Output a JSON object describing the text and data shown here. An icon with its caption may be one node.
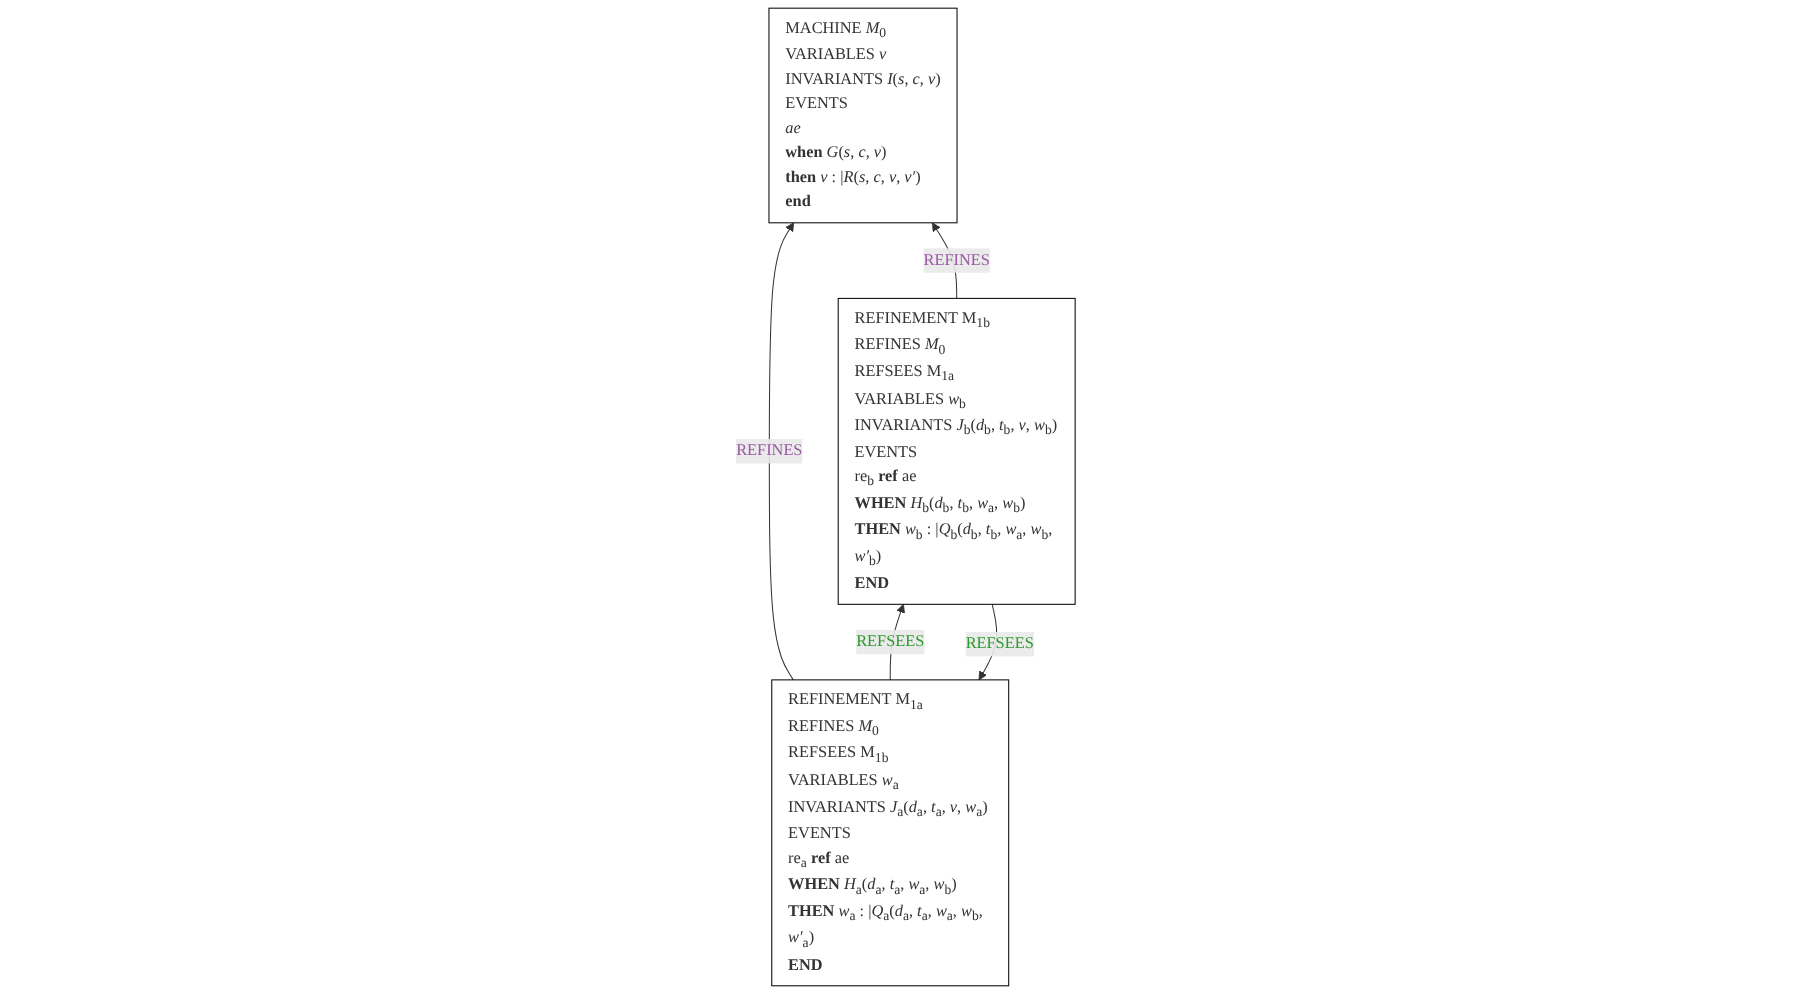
{
  "diagram": {
    "nodes": [
      {
        "text": [
          "MACHINE *M*$_{0}$",
          "VARIABLES *v*",
          "INVARIANTS *I*(*s*, *c*, *v*)",
          "EVENTS",
          "*ae*",
          "**when** *G*(*s*, *c*, *v*)",
          "**then** *v* : |*R*(*s*, *c*, *v*, *v′*)",
          "**end**"
        ]
      },
      {
        "text": [
          "REFINEMENT M$_{1a}$",
          "REFINES *M*$_{0}$",
          "REFSEES M$_{1b}$",
          "VARIABLES *w*$_{a}$",
          "INVARIANTS *J*$_{a}$(*d*$_{a}$, *t*$_{a}$, *v*, *w*$_{a}$)",
          "EVENTS",
          "re$_{a}$ **ref** ae",
          "**WHEN** *H*$_{a}$(*d*$_{a}$, *t*$_{a}$, *w*$_{a}$, *w*$_{b}$)",
          "**THEN** *w*$_{a}$ : |*Q*$_{a}$(*d*$_{a}$, *t*$_{a}$, *w*$_{a}$, *w*$_{b}$, *w′*$_{a}$)",
          "**END**"
        ]
      },
      {
        "text": [
          "REFINEMENT M$_{1b}$",
          "REFINES *M*$_{0}$",
          "REFSEES M$_{1a}$",
          "VARIABLES *w*$_{b}$",
          "INVARIANTS *J*$_{b}$(*d*$_{b}$, *t*$_{b}$, *v*, *w*$_{b}$)",
          "EVENTS",
          "re$_{b}$ **ref** ae",
          "**WHEN** *H*$_{b}$(*d*$_{b}$, *t*$_{b}$, *w*$_{a}$, *w*$_{b}$)",
          "**THEN** *w*$_{b}$ : |*Q*$_{b}$(*d*$_{b}$, *t*$_{b}$, *w*$_{a}$, *w*$_{b}$, *w′*$_{b}$)",
          "**END**"
        ]
      }
    ],
    "edges": [
      {
        "from": 1,
        "to": 0,
        "arrow": "to",
        "label": "REFINES"
      },
      {
        "from": 2,
        "to": 0,
        "arrow": "to",
        "label": "REFINES"
      },
      {
        "from": 2,
        "to": 1,
        "arrow": "to",
        "label": "REFSEES"
      },
      {
        "from": 1,
        "to": 2,
        "arrow": "to",
        "label": "REFSEES"
      }
    ]
  }
}
